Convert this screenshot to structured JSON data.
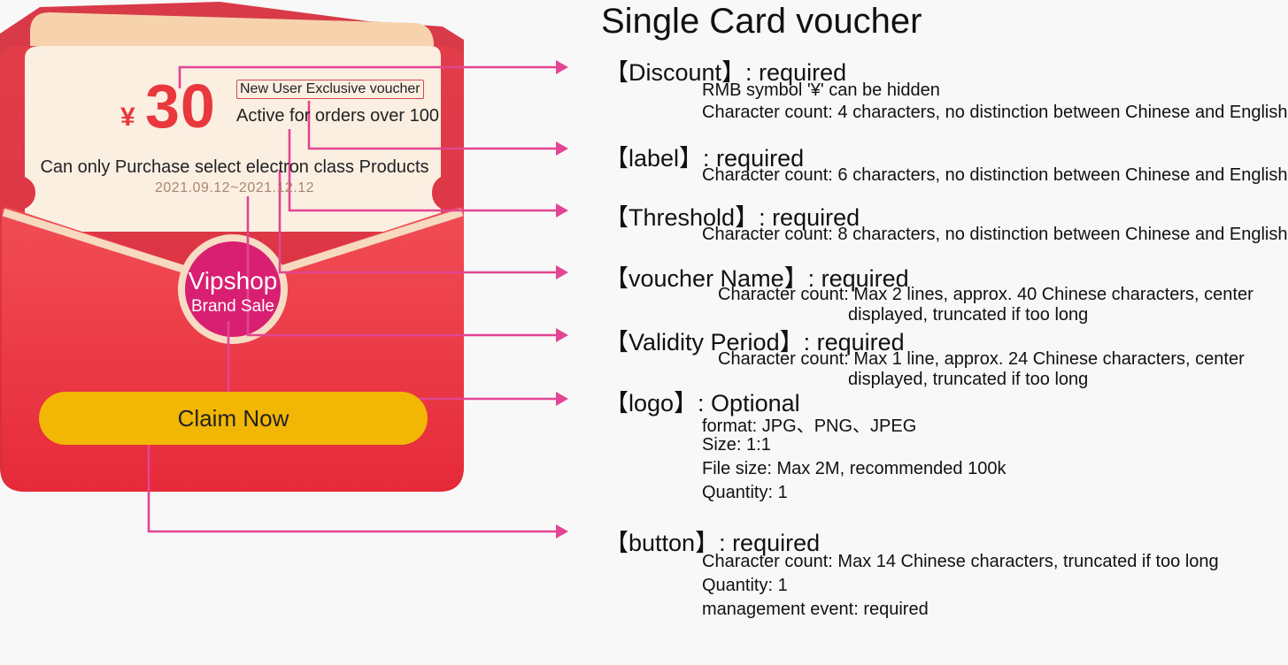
{
  "title": "Single Card voucher",
  "voucher": {
    "currency_symbol": "¥",
    "amount": "30",
    "label": "New User Exclusive voucher",
    "threshold": "Active for orders over 100",
    "name": "Can only Purchase select electron class Products",
    "validity": "2021.09.12~2021.12.12",
    "logo_line1": "Vipshop",
    "logo_line2": "Brand Sale",
    "button_label": "Claim Now"
  },
  "fields": [
    {
      "heading": "【Discount】: required",
      "details": [
        "RMB symbol '¥' can be hidden",
        "Character count: 4 characters, no distinction between Chinese and English"
      ]
    },
    {
      "heading": "【label】: required",
      "details": [
        "Character count: 6 characters, no distinction between Chinese and English"
      ]
    },
    {
      "heading": "【Threshold】: required",
      "details": [
        "Character count: 8 characters, no distinction between Chinese and English"
      ]
    },
    {
      "heading": "【voucher Name】: required",
      "details": [
        "Character count: Max 2 lines, approx. 40 Chinese characters, center",
        "displayed, truncated if too long"
      ]
    },
    {
      "heading": "【Validity Period】: required",
      "details": [
        "Character count: Max 1 line, approx. 24 Chinese characters, center",
        "displayed, truncated if too long"
      ]
    },
    {
      "heading": "【logo】: Optional",
      "details": [
        "format:  JPG、PNG、JPEG",
        "Size: 1:1",
        "File size: Max 2M, recommended 100k",
        "Quantity: 1"
      ]
    },
    {
      "heading": "【button】: required",
      "details": [
        "Character count: Max 14 Chinese characters, truncated if too long",
        "Quantity: 1",
        "management event: required"
      ]
    }
  ],
  "colors": {
    "envelope_red": "#e8323d",
    "card_cream": "#fbefe2",
    "logo_magenta": "#d81f72",
    "button_yellow": "#f2b705",
    "connector_pink": "#e24592",
    "accent_red": "#e8383d"
  }
}
